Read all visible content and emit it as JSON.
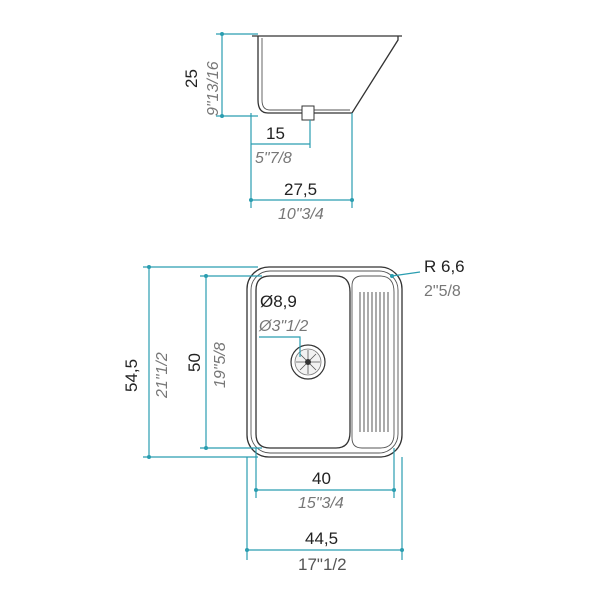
{
  "side_view": {
    "height_cm": "25",
    "height_in": "9\"13/16",
    "drain_offset_cm": "15",
    "drain_offset_in": "5\"7/8",
    "depth_cm": "27,5",
    "depth_in": "10\"3/4"
  },
  "top_view": {
    "radius_cm": "R 6,6",
    "radius_in": "2\"5/8",
    "drain_dia_cm": "Ø8,9",
    "drain_dia_in": "Ø3\"1/2",
    "outer_height_cm": "54,5",
    "outer_height_in": "21\"1/2",
    "inner_height_cm": "50",
    "inner_height_in": "19\"5/8",
    "inner_width_cm": "40",
    "inner_width_in": "15\"3/4",
    "outer_width_cm": "44,5",
    "outer_width_in": "17\"1/2"
  },
  "colors": {
    "dimension": "#2a9db0",
    "outline": "#333333"
  }
}
